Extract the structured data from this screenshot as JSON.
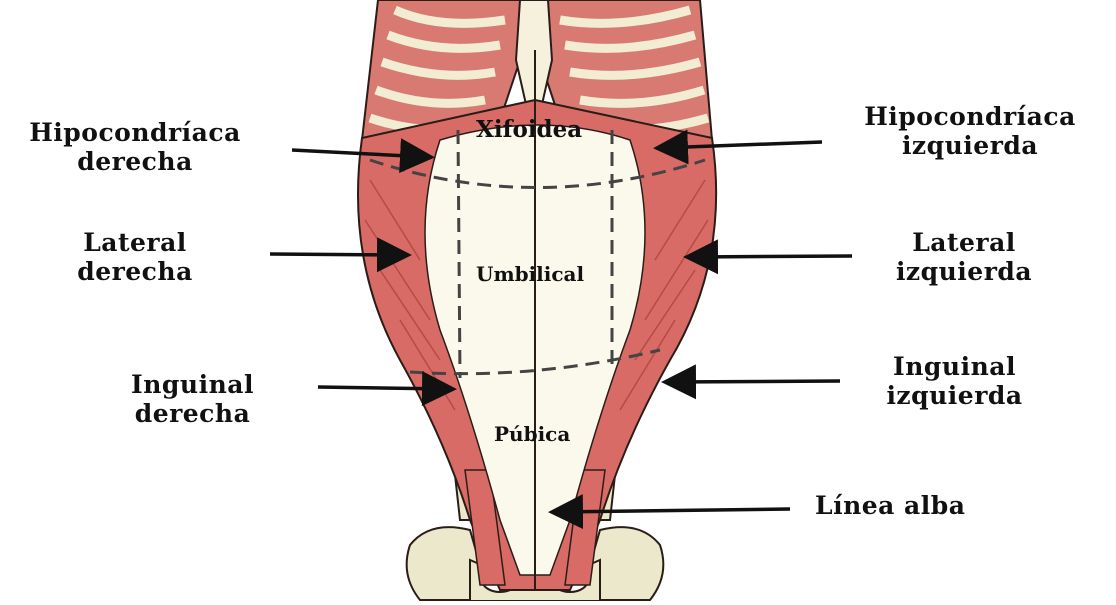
{
  "colors": {
    "muscle": "#d96b66",
    "muscle_dark": "#b84a46",
    "rib": "#f2ecd2",
    "rib_outline": "#3a2a22",
    "linea_fill": "#fbf9ec",
    "bone": "#ece8cc",
    "outline": "#2a1d18",
    "arrow": "#111111"
  },
  "labels": {
    "hipocondriaca_derecha": [
      "Hipocondríaca",
      "derecha"
    ],
    "hipocondriaca_izquierda": [
      "Hipocondríaca",
      "izquierda"
    ],
    "lateral_derecha": [
      "Lateral",
      "derecha"
    ],
    "lateral_izquierda": [
      "Lateral",
      "izquierda"
    ],
    "inguinal_derecha": [
      "Inguinal",
      "derecha"
    ],
    "inguinal_izquierda": [
      "Inguinal",
      "izquierda"
    ],
    "linea_alba": "Línea alba"
  },
  "regions": {
    "xifoidea": "Xifoidea",
    "umbilical": "Umbilical",
    "pubica": "Púbica"
  }
}
